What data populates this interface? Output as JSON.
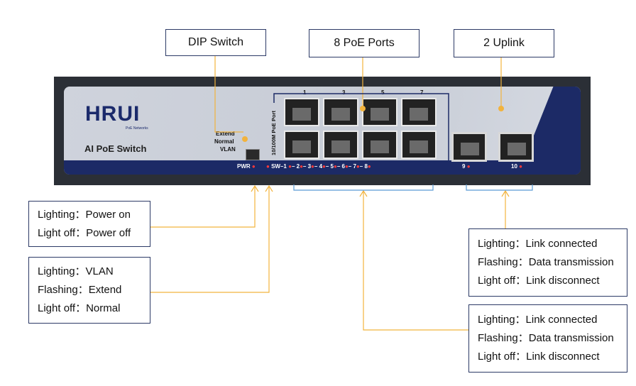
{
  "top_labels": {
    "dip": "DIP Switch",
    "poe": "8 PoE Ports",
    "uplink": "2 Uplink"
  },
  "device": {
    "brand": "HRUI",
    "brand_sub": "PoE Networks",
    "model": "AI PoE Switch",
    "dip_options": [
      "Extend",
      "Normal",
      "VLAN"
    ],
    "vertical_label": "10/100M PoE Port",
    "top_numbers": [
      "1",
      "3",
      "5",
      "7"
    ],
    "pwr_label": "PWR",
    "sw_label": "SW",
    "bottom_numbers": [
      "1",
      "2",
      "3",
      "4",
      "5",
      "6",
      "7",
      "8"
    ],
    "uplink_numbers": [
      "9",
      "10"
    ]
  },
  "callouts": {
    "power": [
      "Lighting：Power on",
      "Light off：Power off"
    ],
    "sw": [
      "Lighting：VLAN",
      "Flashing：Extend",
      "Light off：Normal"
    ],
    "uplink": [
      "Lighting：Link connected",
      "Flashing：Data transmission",
      "Light off：Link disconnect"
    ],
    "poe": [
      "Lighting：Link connected",
      "Flashing：Data transmission",
      "Light off：Link disconnect"
    ]
  },
  "colors": {
    "leader": "#f2b33d",
    "bracket": "#5b9bd5",
    "box_border": "#2c3a66",
    "band": "#1c2a66",
    "led": "#ff3a3a"
  }
}
